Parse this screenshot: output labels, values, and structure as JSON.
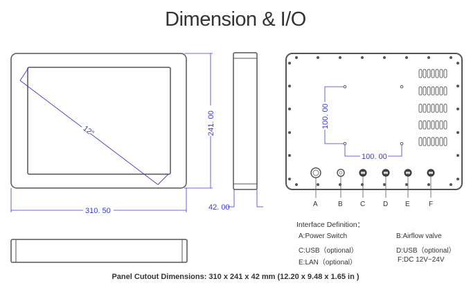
{
  "title": "Dimension & I/O",
  "front_view": {
    "diagonal_label": "12\"",
    "width_label": "310. 50",
    "height_label": "241. 00"
  },
  "side_view": {
    "depth_label": "42. 00"
  },
  "rear_view": {
    "vesa_vertical_label": "100. 00",
    "vesa_horizontal_label": "100. 00",
    "port_letters": [
      "A",
      "B",
      "C",
      "D",
      "E",
      "F"
    ]
  },
  "interface_definition": {
    "heading": "Interface Definition：",
    "items": [
      {
        "key": "A",
        "text": "A:Power Switch"
      },
      {
        "key": "B",
        "text": "B:Airflow valve"
      },
      {
        "key": "C",
        "text": "C:USB（optional）"
      },
      {
        "key": "D",
        "text": "D:USB（optional）"
      },
      {
        "key": "E",
        "text": "E:LAN（optional）"
      },
      {
        "key": "F",
        "text": "F:DC 12V~24V"
      }
    ]
  },
  "caption": "Panel Cutout Dimensions: 310 x 241 x 42 mm (12.20 x 9.48 x 1.65 in )",
  "colors": {
    "dimension_blue": "#3a3ad0",
    "outline_gray": "#555555",
    "text_dark": "#333333"
  }
}
